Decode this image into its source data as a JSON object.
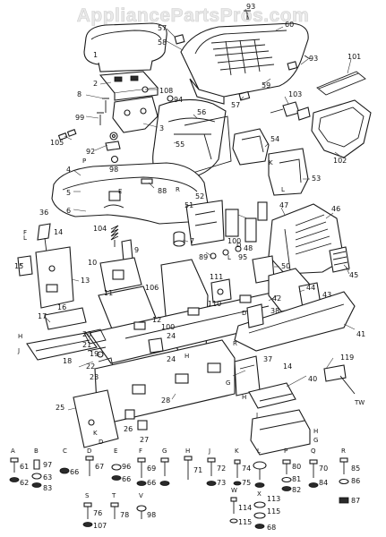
{
  "watermark": "AppliancePartsPros.com",
  "numbers": [
    {
      "id": "n93a",
      "t": "93"
    },
    {
      "id": "n57a",
      "t": "57"
    },
    {
      "id": "n58",
      "t": "58"
    },
    {
      "id": "n60",
      "t": "60"
    },
    {
      "id": "n93b",
      "t": "93"
    },
    {
      "id": "n101",
      "t": "101"
    },
    {
      "id": "n59",
      "t": "59"
    },
    {
      "id": "n57b",
      "t": "57"
    },
    {
      "id": "n103",
      "t": "103"
    },
    {
      "id": "n102",
      "t": "102"
    },
    {
      "id": "n1",
      "t": "1"
    },
    {
      "id": "n2",
      "t": "2"
    },
    {
      "id": "n108",
      "t": "108"
    },
    {
      "id": "n94",
      "t": "94"
    },
    {
      "id": "n8",
      "t": "8"
    },
    {
      "id": "n99",
      "t": "99"
    },
    {
      "id": "n3",
      "t": "3"
    },
    {
      "id": "n92",
      "t": "92"
    },
    {
      "id": "n105",
      "t": "105"
    },
    {
      "id": "n98",
      "t": "98"
    },
    {
      "id": "n56",
      "t": "56"
    },
    {
      "id": "n55",
      "t": "55"
    },
    {
      "id": "n54",
      "t": "54"
    },
    {
      "id": "n53",
      "t": "53"
    },
    {
      "id": "n4",
      "t": "4"
    },
    {
      "id": "n5",
      "t": "5"
    },
    {
      "id": "n88",
      "t": "88"
    },
    {
      "id": "n6",
      "t": "6"
    },
    {
      "id": "n52",
      "t": "52"
    },
    {
      "id": "n51",
      "t": "51"
    },
    {
      "id": "n47",
      "t": "47"
    },
    {
      "id": "n46",
      "t": "46"
    },
    {
      "id": "n36",
      "t": "36"
    },
    {
      "id": "n104",
      "t": "104"
    },
    {
      "id": "n48",
      "t": "48"
    },
    {
      "id": "n7",
      "t": "7"
    },
    {
      "id": "n14a",
      "t": "14"
    },
    {
      "id": "n100a",
      "t": "100"
    },
    {
      "id": "n89",
      "t": "89"
    },
    {
      "id": "n95",
      "t": "95"
    },
    {
      "id": "n9",
      "t": "9"
    },
    {
      "id": "n10",
      "t": "10"
    },
    {
      "id": "n15",
      "t": "15"
    },
    {
      "id": "n13",
      "t": "13"
    },
    {
      "id": "n50",
      "t": "50"
    },
    {
      "id": "n45",
      "t": "45"
    },
    {
      "id": "n11",
      "t": "11"
    },
    {
      "id": "n106",
      "t": "106"
    },
    {
      "id": "n111",
      "t": "111"
    },
    {
      "id": "n110",
      "t": "110"
    },
    {
      "id": "n44",
      "t": "44"
    },
    {
      "id": "n43",
      "t": "43"
    },
    {
      "id": "n42",
      "t": "42"
    },
    {
      "id": "n16",
      "t": "16"
    },
    {
      "id": "n17",
      "t": "17"
    },
    {
      "id": "n12",
      "t": "12"
    },
    {
      "id": "n20",
      "t": "20"
    },
    {
      "id": "n21",
      "t": "21"
    },
    {
      "id": "n100b",
      "t": "100"
    },
    {
      "id": "n38",
      "t": "38"
    },
    {
      "id": "n19",
      "t": "19"
    },
    {
      "id": "n24a",
      "t": "24"
    },
    {
      "id": "n24b",
      "t": "24"
    },
    {
      "id": "n41",
      "t": "41"
    },
    {
      "id": "n18",
      "t": "18"
    },
    {
      "id": "n22",
      "t": "22"
    },
    {
      "id": "n23",
      "t": "23"
    },
    {
      "id": "n37",
      "t": "37"
    },
    {
      "id": "n14b",
      "t": "14"
    },
    {
      "id": "n119",
      "t": "119"
    },
    {
      "id": "n28",
      "t": "28"
    },
    {
      "id": "n40",
      "t": "40"
    },
    {
      "id": "n25",
      "t": "25"
    },
    {
      "id": "n26",
      "t": "26"
    },
    {
      "id": "n27",
      "t": "27"
    },
    {
      "id": "b61",
      "t": "61"
    },
    {
      "id": "b62",
      "t": "62"
    },
    {
      "id": "b97",
      "t": "97"
    },
    {
      "id": "b63",
      "t": "63"
    },
    {
      "id": "b83",
      "t": "83"
    },
    {
      "id": "b66a",
      "t": "66"
    },
    {
      "id": "b67",
      "t": "67"
    },
    {
      "id": "b96",
      "t": "96"
    },
    {
      "id": "b66b",
      "t": "66"
    },
    {
      "id": "b69",
      "t": "69"
    },
    {
      "id": "b66c",
      "t": "66"
    },
    {
      "id": "b71",
      "t": "71"
    },
    {
      "id": "b72",
      "t": "72"
    },
    {
      "id": "b73",
      "t": "73"
    },
    {
      "id": "b74",
      "t": "74"
    },
    {
      "id": "b75",
      "t": "75"
    },
    {
      "id": "b80",
      "t": "80"
    },
    {
      "id": "b81",
      "t": "81"
    },
    {
      "id": "b82",
      "t": "82"
    },
    {
      "id": "b70",
      "t": "70"
    },
    {
      "id": "b84",
      "t": "84"
    },
    {
      "id": "b85",
      "t": "85"
    },
    {
      "id": "b86",
      "t": "86"
    },
    {
      "id": "b87",
      "t": "87"
    },
    {
      "id": "b76",
      "t": "76"
    },
    {
      "id": "b107",
      "t": "107"
    },
    {
      "id": "b78",
      "t": "78"
    },
    {
      "id": "b98",
      "t": "98"
    },
    {
      "id": "b114",
      "t": "114"
    },
    {
      "id": "b115a",
      "t": "115"
    },
    {
      "id": "b115b",
      "t": "115"
    },
    {
      "id": "b68",
      "t": "68"
    },
    {
      "id": "b113",
      "t": "113"
    }
  ],
  "letters": [
    {
      "id": "lA",
      "t": "A"
    },
    {
      "id": "lB",
      "t": "B"
    },
    {
      "id": "lC",
      "t": "C"
    },
    {
      "id": "lD",
      "t": "D"
    },
    {
      "id": "lE",
      "t": "E"
    },
    {
      "id": "lF",
      "t": "F"
    },
    {
      "id": "lG",
      "t": "G"
    },
    {
      "id": "lH",
      "t": "H"
    },
    {
      "id": "lJ",
      "t": "J"
    },
    {
      "id": "lK",
      "t": "K"
    },
    {
      "id": "lL",
      "t": "L"
    },
    {
      "id": "lP",
      "t": "P"
    },
    {
      "id": "lQ",
      "t": "Q"
    },
    {
      "id": "lR",
      "t": "R"
    },
    {
      "id": "lS",
      "t": "S"
    },
    {
      "id": "lT",
      "t": "T"
    },
    {
      "id": "lV",
      "t": "V"
    },
    {
      "id": "lW",
      "t": "W"
    },
    {
      "id": "lX",
      "t": "X"
    },
    {
      "id": "lTW",
      "t": "TW"
    }
  ]
}
